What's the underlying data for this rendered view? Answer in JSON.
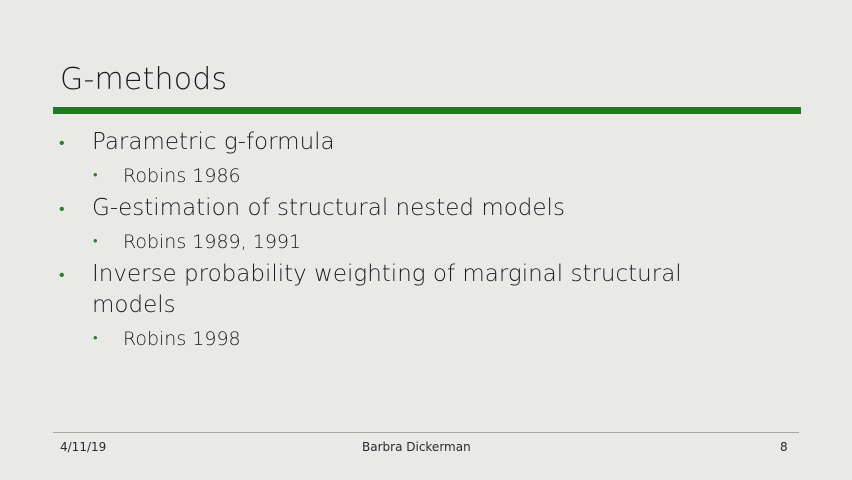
{
  "slide": {
    "title": "G-methods",
    "accent_color": "#217a21",
    "bullets": [
      {
        "text": "Parametric g-formula",
        "subitems": [
          "Robins 1986"
        ]
      },
      {
        "text": "G-estimation of structural nested models",
        "subitems": [
          "Robins 1989, 1991"
        ]
      },
      {
        "text": "Inverse probability weighting of marginal structural models",
        "subitems": [
          "Robins 1998"
        ]
      }
    ],
    "bullet_glyph": "•",
    "footer": {
      "date": "4/11/19",
      "author": "Barbra Dickerman",
      "page": "8"
    }
  }
}
